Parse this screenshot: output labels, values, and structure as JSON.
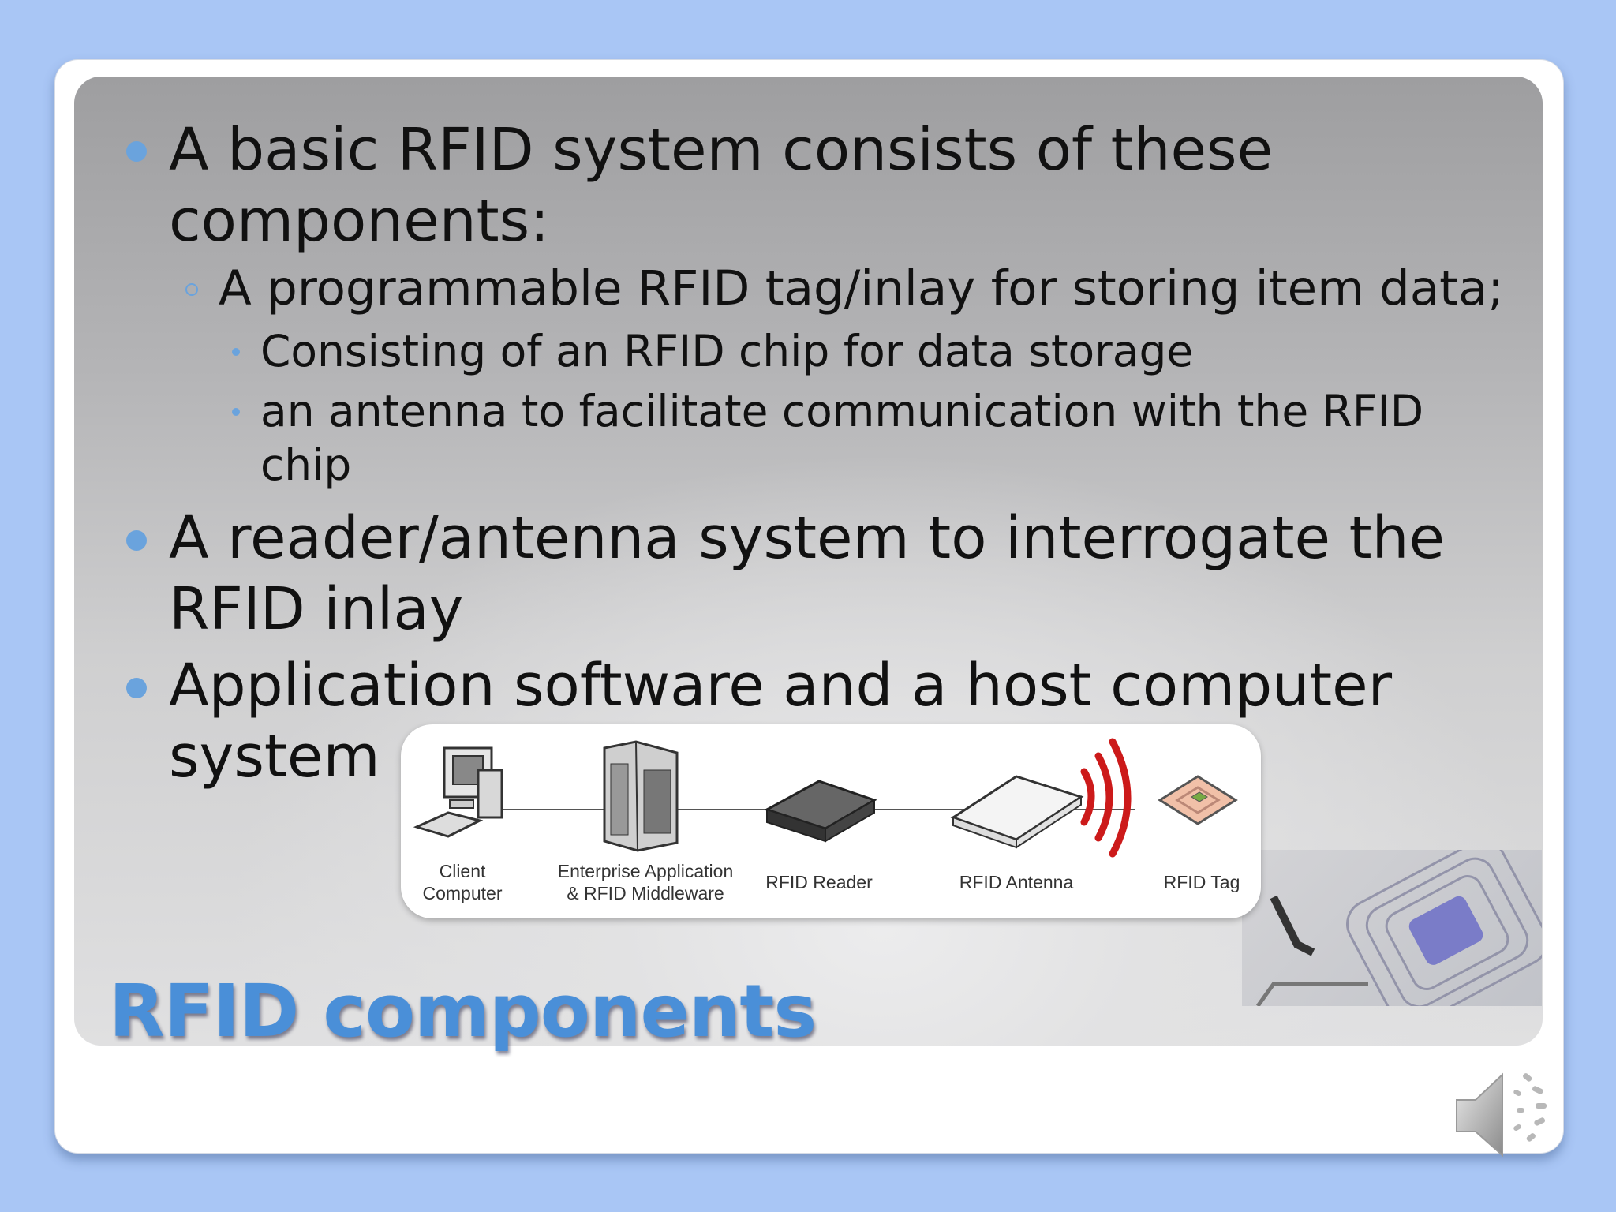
{
  "slide": {
    "title": "RFID components",
    "bullets": [
      {
        "level": 1,
        "text": "A basic RFID system consists of these components:"
      },
      {
        "level": 2,
        "text": "A programmable RFID tag/inlay for storing item data;"
      },
      {
        "level": 3,
        "text": "Consisting of an RFID chip for data storage"
      },
      {
        "level": 3,
        "text": "an antenna to facilitate communication with the RFID chip"
      },
      {
        "level": 1,
        "text": "A reader/antenna system to interrogate the RFID inlay"
      },
      {
        "level": 1,
        "text": "Application software and a host computer system"
      }
    ]
  },
  "diagram": {
    "labels": [
      "Client\nComputer",
      "Enterprise Application\n& RFID Middleware",
      "RFID Reader",
      "RFID Antenna",
      "RFID Tag"
    ]
  },
  "icons": {
    "speaker": "speaker-icon",
    "computer": "computer-icon",
    "server": "server-icon",
    "reader": "rfid-reader-icon",
    "antenna": "rfid-antenna-icon",
    "tag": "rfid-tag-icon",
    "waves": "radio-waves-icon"
  },
  "colors": {
    "background": "#a9c6f5",
    "accent": "#4a8fd8",
    "bullet": "#6aa3dd",
    "waves": "#cc1a1a"
  }
}
